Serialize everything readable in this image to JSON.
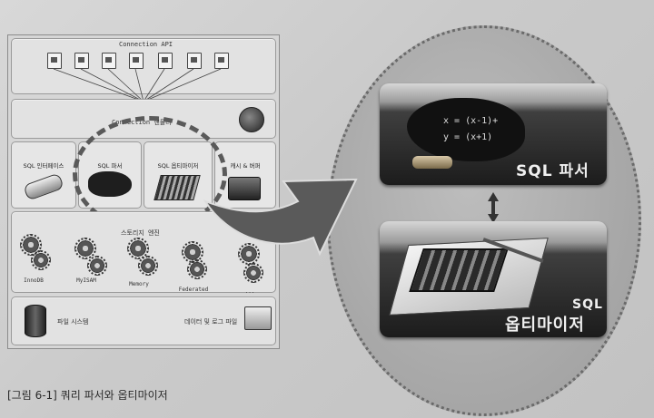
{
  "diagram": {
    "connection_api_label": "Connection API",
    "connection_handler_label": "Connection 핸들러",
    "sql_interface_label": "SQL 인터페이스",
    "sql_parser_small_label": "SQL 파서",
    "sql_optimizer_small_label": "SQL 옵티마이저",
    "cache_buffer_label": "캐시 & 버퍼",
    "storage_engine_label": "스토리지 엔진",
    "engines": [
      "InnoDB",
      "MyISAM",
      "Memory",
      "Federated",
      "..."
    ],
    "file_system_label": "파일 시스템",
    "log_file_label": "데이터 및 로그 파일",
    "api_icons": [
      "doc-icon",
      "doc-icon",
      "doc-icon",
      "doc-icon",
      "doc-icon",
      "doc-icon",
      "doc-icon"
    ]
  },
  "zoom": {
    "parser_title": "SQL 파서",
    "optimizer_sql": "SQL",
    "optimizer_title": "옵티마이저",
    "formula_line1": "x = (x-1)+",
    "formula_line2": "y = (x+1)"
  },
  "caption": "[그림 6-1] 쿼리 파서와 옵티마이저"
}
